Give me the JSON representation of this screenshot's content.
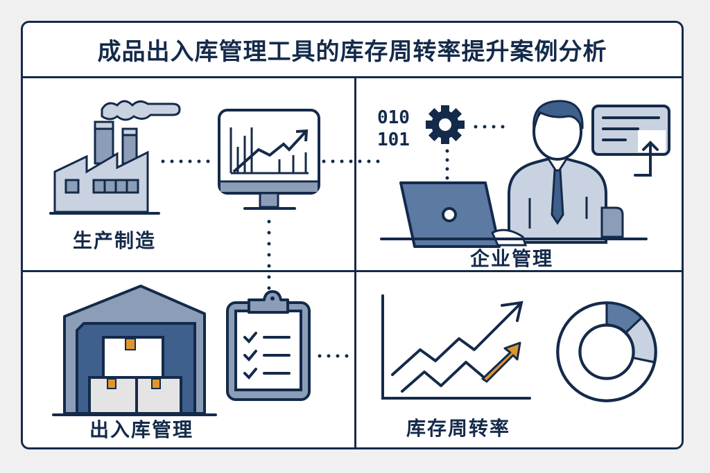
{
  "title": "成品出入库管理工具的库存周转率提升案例分析",
  "panels": [
    {
      "id": "production",
      "label": "生产制造",
      "icons": [
        "factory-icon",
        "monitor-chart-icon"
      ]
    },
    {
      "id": "management",
      "label": "企业管理",
      "icons": [
        "binary-code-icon",
        "gear-icon",
        "businessman-icon",
        "laptop-icon",
        "upload-card-icon"
      ],
      "binary_lines": [
        "010",
        "101"
      ]
    },
    {
      "id": "warehouse",
      "label": "出入库管理",
      "icons": [
        "warehouse-icon",
        "clipboard-checklist-icon"
      ]
    },
    {
      "id": "turnover",
      "label": "库存周转率",
      "icons": [
        "trend-chart-icon",
        "donut-chart-icon"
      ]
    }
  ],
  "colors": {
    "navy": "#142a4a",
    "steel_blue": "#3f5f8c",
    "mid_gray_blue": "#8c9db8",
    "light_gray_blue": "#c9d2e0",
    "accent_orange": "#e0962e",
    "background": "#f0f0f0",
    "panel_bg": "#ffffff"
  }
}
